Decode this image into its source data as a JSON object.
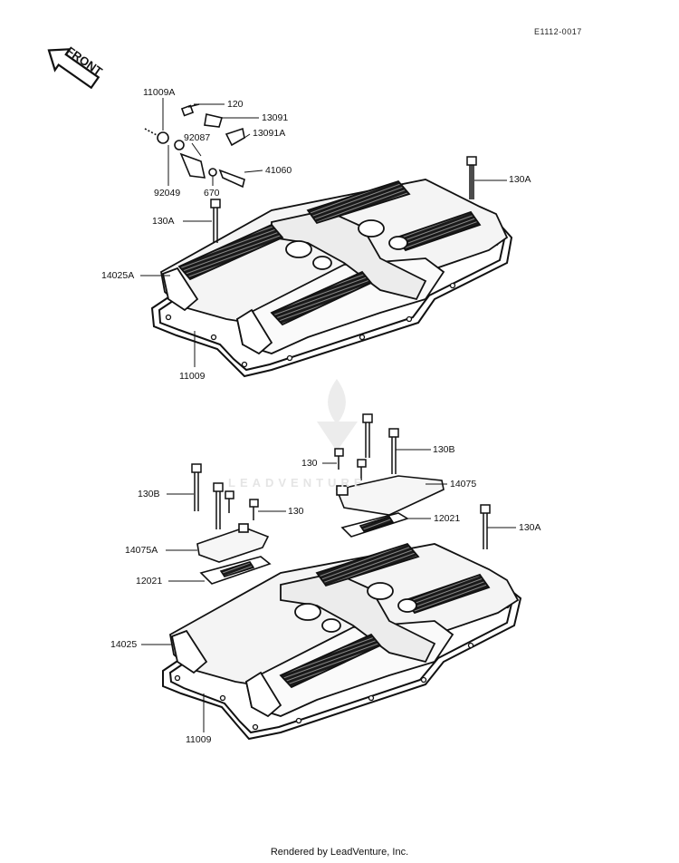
{
  "diagram_code": "E1112-0017",
  "front_label": "FRONT",
  "watermark": "LEADVENTURE",
  "footer": "Rendered by LeadVenture, Inc.",
  "labels": {
    "p11009A": "11009A",
    "p120": "120",
    "p13091": "13091",
    "p92087": "92087",
    "p13091A": "13091A",
    "p41060": "41060",
    "p92049": "92049",
    "p670": "670",
    "p130A_top_right": "130A",
    "p130A_top_left": "130A",
    "p14025A": "14025A",
    "p11009_top": "11009",
    "p130_right": "130",
    "p130B_right": "130B",
    "p14075": "14075",
    "p130B_left": "130B",
    "p130_left": "130",
    "p12021_right": "12021",
    "p130A_bottom": "130A",
    "p14075A": "14075A",
    "p12021_left": "12021",
    "p14025": "14025",
    "p11009_bottom": "11009"
  }
}
